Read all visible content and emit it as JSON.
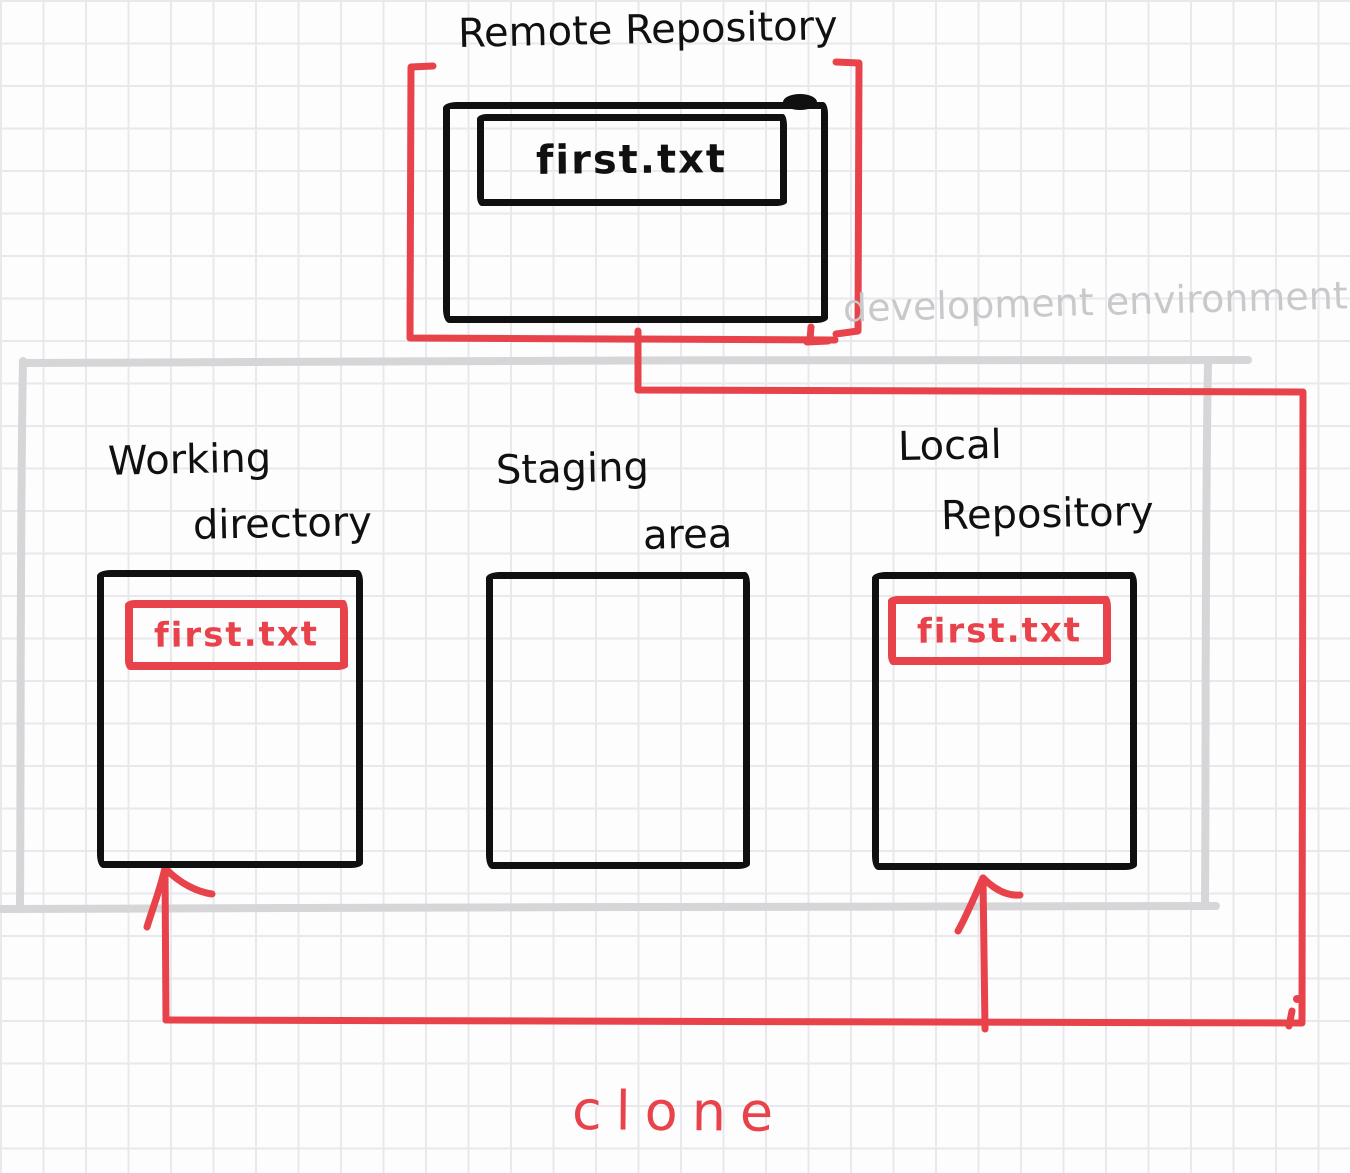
{
  "remote_repository": {
    "label": "Remote Repository",
    "file": "first.txt"
  },
  "development_environment": {
    "label": "development environment",
    "working_directory": {
      "label_line1": "Working",
      "label_line2": "directory",
      "file": "first.txt"
    },
    "staging_area": {
      "label_line1": "Staging",
      "label_line2": "area"
    },
    "local_repository": {
      "label_line1": "Local",
      "label_line2": "Repository",
      "file": "first.txt"
    }
  },
  "action_label": "clone",
  "colors": {
    "ink_black": "#101010",
    "accent_red": "#e8424a",
    "container_gray": "#d6d6d8",
    "gray_text": "#c9c9cb",
    "grid_line": "#e9e9ed",
    "background": "#fdfdfe"
  }
}
